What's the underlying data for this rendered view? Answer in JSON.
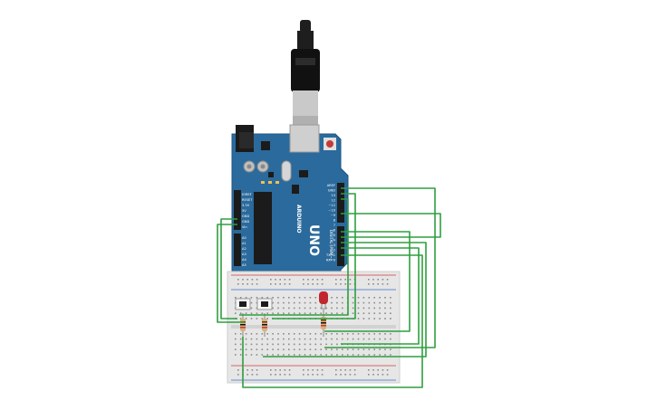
{
  "board": {
    "brand": "ARDUINO",
    "model": "UNO",
    "header_left": [
      "IOREF",
      "RESET",
      "3.3V",
      "5V",
      "GND",
      "GND",
      "Vin"
    ],
    "header_analog": [
      "A0",
      "A1",
      "A2",
      "A3",
      "A4",
      "A5"
    ],
    "header_right_top": [
      "AREF",
      "GND",
      "13",
      "12",
      "~11",
      "~10",
      "~9",
      "8"
    ],
    "header_right_bottom": [
      "7",
      "~6",
      "~5",
      "4",
      "~3",
      "2",
      "TX→1",
      "RX←0"
    ],
    "digital_label": "DIGITAL (PWM~)",
    "analog_label": "ANALOG IN",
    "power_label": "POWER",
    "on_label": "ON",
    "tx_label": "TX",
    "rx_label": "RX",
    "l_label": "L"
  },
  "colors": {
    "board": "#2b6a9c",
    "board_dark": "#1f5583",
    "wire": "#2e9f3e",
    "breadboard": "#e6e6e6",
    "rail_red": "#d23b3b",
    "rail_blue": "#3d6fc4",
    "led": "#c0282d",
    "usb_cable": "#1e1e1e"
  },
  "components": {
    "buttons": 2,
    "resistors": 3,
    "leds": 1
  }
}
